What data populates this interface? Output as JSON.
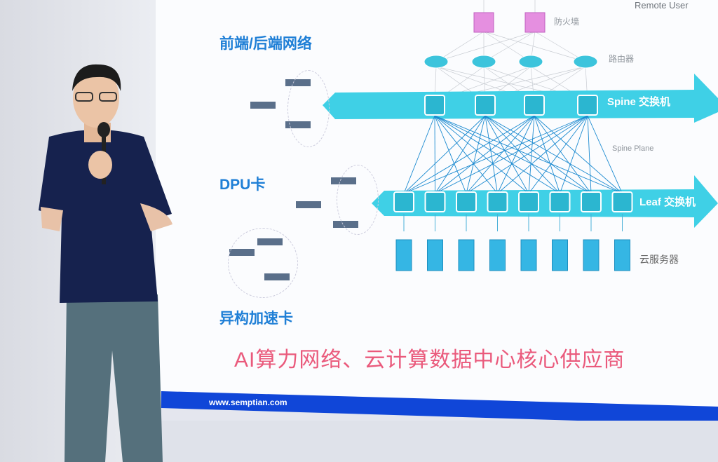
{
  "slide": {
    "heading_network": "前端/后端网络",
    "heading_dpu": "DPU卡",
    "heading_accel": "异构加速卡",
    "tagline": "AI算力网络、云计算数据中心核心供应商",
    "website": "www.semptian.com",
    "remote_label": "Remote User",
    "diagram": {
      "firewall_label": "防火墙",
      "router_label": "路由器",
      "spine_label": "Spine 交换机",
      "spine_plane_label": "Spine Plane",
      "leaf_label": "Leaf 交换机",
      "server_label": "云服务器",
      "firewall_count": 2,
      "router_count": 4,
      "spine_count": 4,
      "leaf_count": 8,
      "server_count": 8
    },
    "colors": {
      "accent_blue": "#1f7fd6",
      "arrow_cyan": "#3fd0e6",
      "tagline_red": "#ea5a7c",
      "firewall_pink": "#e58fe0",
      "band_blue": "#1046d8"
    }
  }
}
